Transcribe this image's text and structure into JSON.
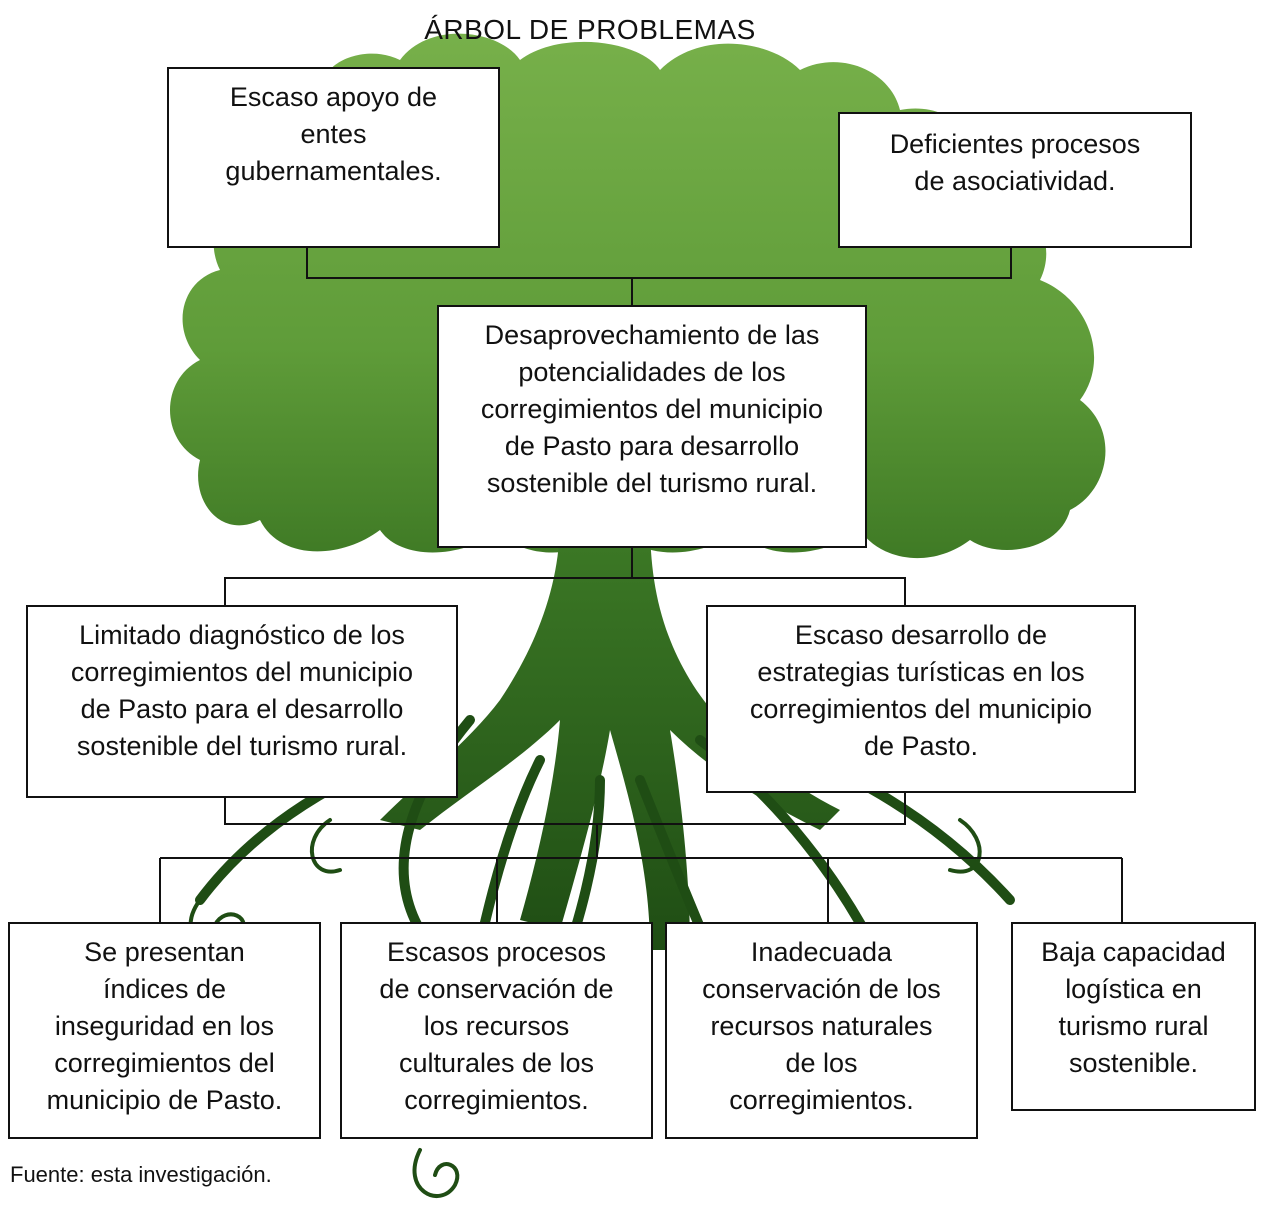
{
  "title": "ÁRBOL DE PROBLEMAS",
  "effects": {
    "left": "Escaso apoyo de\nentes\ngubernamentales.",
    "right": "Deficientes procesos\nde asociatividad."
  },
  "central_problem": "Desaprovechamiento de las\npotencialidades de los\ncorregimientos del municipio\nde Pasto para desarrollo\nsostenible del turismo rural.",
  "causes": {
    "left": "Limitado diagnóstico de los\ncorregimientos del municipio\nde Pasto para el desarrollo\nsostenible del turismo rural.",
    "right": "Escaso desarrollo de\nestrategias turísticas en los\ncorregimientos del municipio\nde Pasto."
  },
  "sub_causes": [
    "Se presentan\níndices de\ninseguridad en los\ncorregimientos del\nmunicipio de Pasto.",
    "Escasos procesos\nde conservación de\nlos recursos\nculturales de los\ncorregimientos.",
    "Inadecuada\nconservación de los\nrecursos naturales\nde los\ncorregimientos.",
    "Baja capacidad\nlogística en\nturismo rural\nsostenible."
  ],
  "source": "Fuente: esta investigación.",
  "colors": {
    "canopy": "#6aa53f",
    "canopy_dark": "#4e8a2c",
    "trunk": "#2f6b1e",
    "roots": "#1f4d14",
    "lines": "#111111"
  }
}
